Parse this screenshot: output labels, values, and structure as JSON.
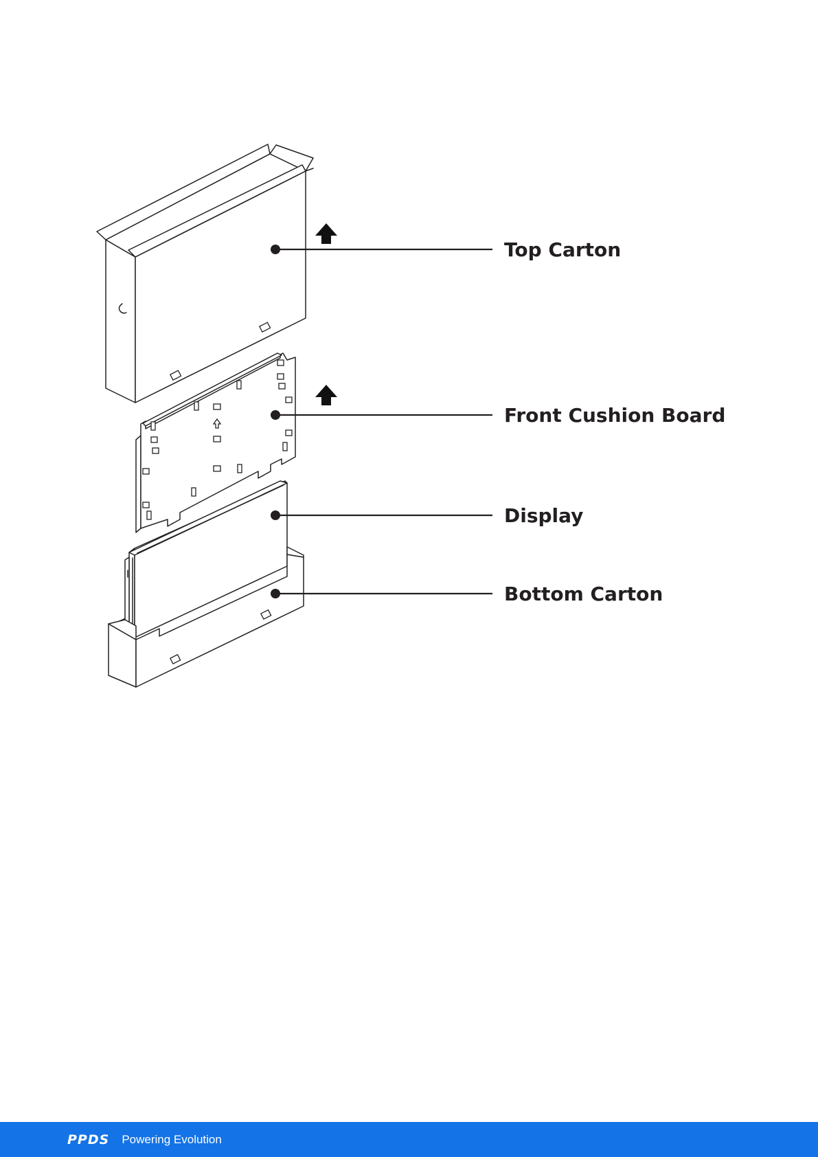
{
  "diagram": {
    "labels": {
      "top_carton": "Top Carton",
      "front_cushion_board": "Front Cushion Board",
      "display": "Display",
      "bottom_carton": "Bottom Carton"
    },
    "icons": [
      "arrow-up-icon",
      "arrow-up-icon"
    ]
  },
  "footer": {
    "logo": "PPDS",
    "tagline": "Powering Evolution",
    "background_color": "#1473e6"
  }
}
